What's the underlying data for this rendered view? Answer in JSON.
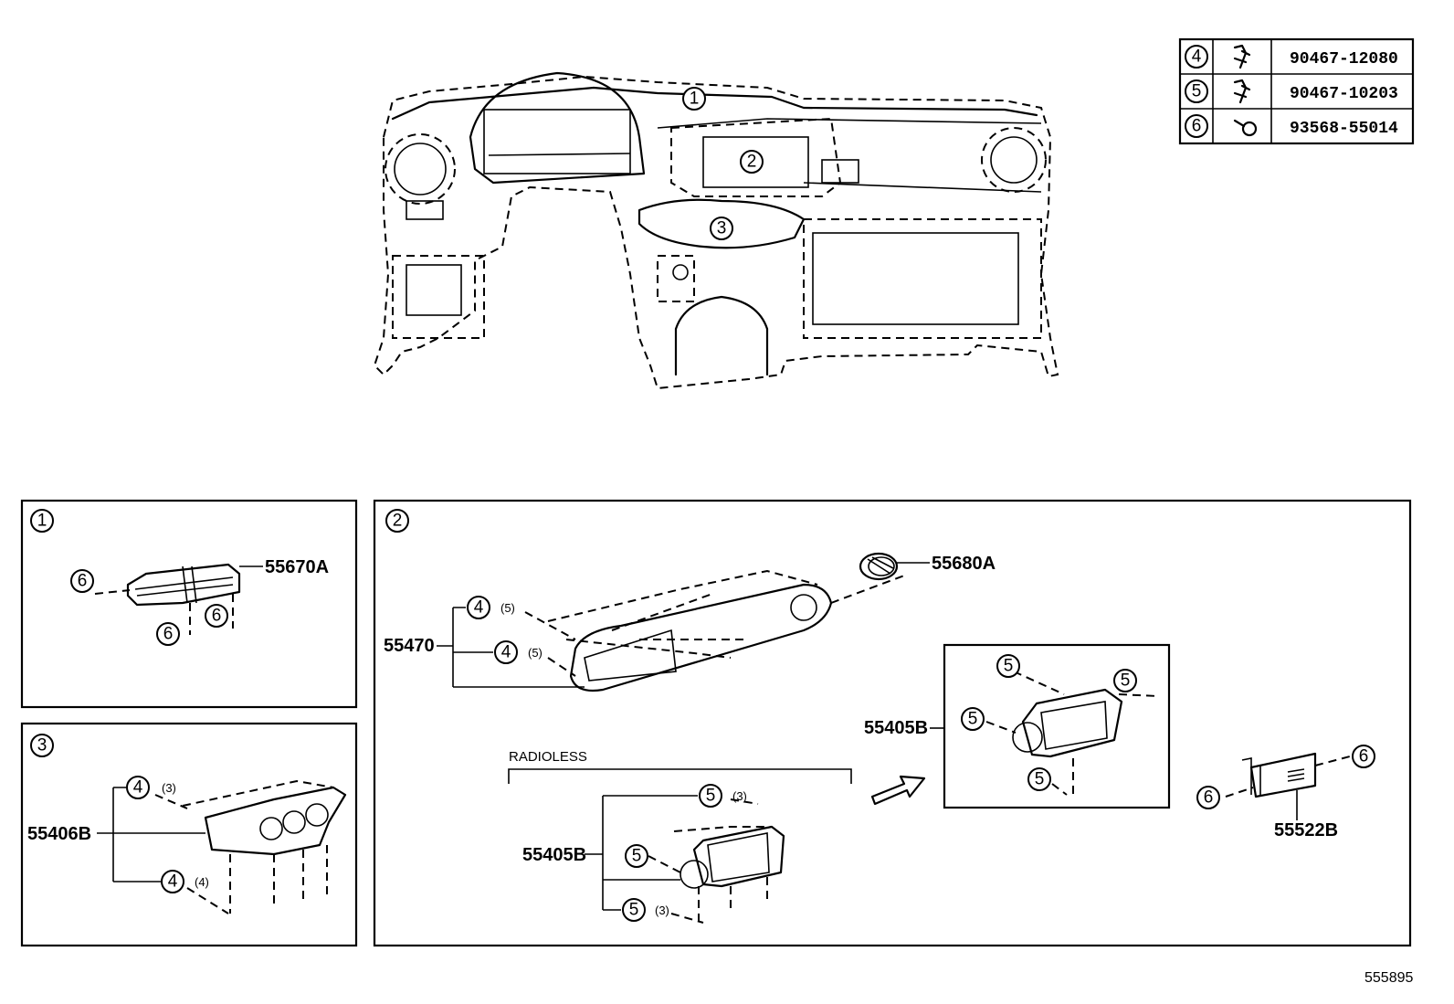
{
  "fastener_table": [
    {
      "ref": "4",
      "icon": "clip-icon",
      "part": "90467-12080"
    },
    {
      "ref": "5",
      "icon": "clip-icon",
      "part": "90467-10203"
    },
    {
      "ref": "6",
      "icon": "screw-icon",
      "part": "93568-55014"
    }
  ],
  "overview_callouts": [
    "1",
    "2",
    "3"
  ],
  "panel1": {
    "ref": "1",
    "part": "55670A",
    "screws": [
      "6",
      "6",
      "6"
    ]
  },
  "panel2": {
    "ref": "2",
    "vent_part": "55680A",
    "bezel_part": "55470",
    "bezel_clips": [
      {
        "ref": "4",
        "qty": "(5)"
      },
      {
        "ref": "4",
        "qty": "(5)"
      }
    ],
    "radioless_label": "RADIOLESS",
    "radioless_part": "55405B",
    "radioless_clips": [
      {
        "ref": "5",
        "qty": "(3)"
      },
      {
        "ref": "5",
        "qty": ""
      },
      {
        "ref": "5",
        "qty": "(3)"
      }
    ],
    "radio_part": "55405B",
    "radio_clips": [
      "5",
      "5",
      "5",
      "5"
    ],
    "switch_part": "55522B",
    "switch_screws": [
      "6",
      "6"
    ]
  },
  "panel3": {
    "ref": "3",
    "part": "55406B",
    "clips": [
      {
        "ref": "4",
        "qty": "(3)"
      },
      {
        "ref": "4",
        "qty": "(4)"
      }
    ]
  },
  "figure_number": "555895"
}
